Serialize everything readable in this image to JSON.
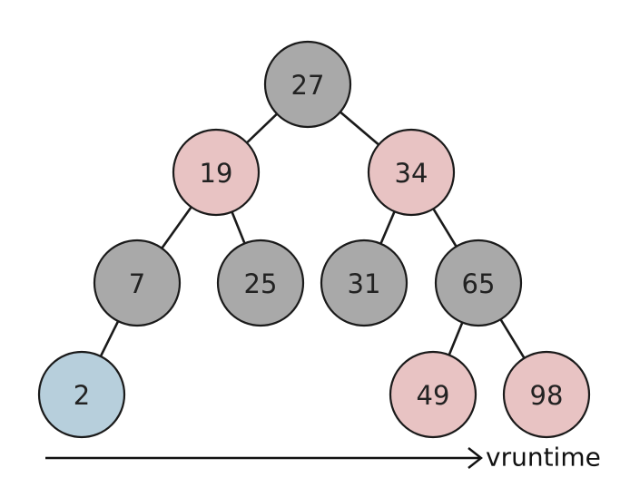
{
  "colors": {
    "black": "#a9a9a9",
    "red": "#e8c3c3",
    "leftmost": "#b7cfdc"
  },
  "tree": {
    "nodes": [
      {
        "id": "n27",
        "label": "27",
        "color": "black"
      },
      {
        "id": "n19",
        "label": "19",
        "color": "red"
      },
      {
        "id": "n34",
        "label": "34",
        "color": "red"
      },
      {
        "id": "n7",
        "label": "7",
        "color": "black"
      },
      {
        "id": "n25",
        "label": "25",
        "color": "black"
      },
      {
        "id": "n31",
        "label": "31",
        "color": "black"
      },
      {
        "id": "n65",
        "label": "65",
        "color": "black"
      },
      {
        "id": "n2",
        "label": "2",
        "color": "leftmost"
      },
      {
        "id": "n49",
        "label": "49",
        "color": "red"
      },
      {
        "id": "n98",
        "label": "98",
        "color": "red"
      }
    ],
    "edges": [
      [
        "n27",
        "n19"
      ],
      [
        "n27",
        "n34"
      ],
      [
        "n19",
        "n7"
      ],
      [
        "n19",
        "n25"
      ],
      [
        "n34",
        "n31"
      ],
      [
        "n34",
        "n65"
      ],
      [
        "n7",
        "n2"
      ],
      [
        "n65",
        "n49"
      ],
      [
        "n65",
        "n98"
      ]
    ]
  },
  "axis": {
    "label": "vruntime"
  }
}
